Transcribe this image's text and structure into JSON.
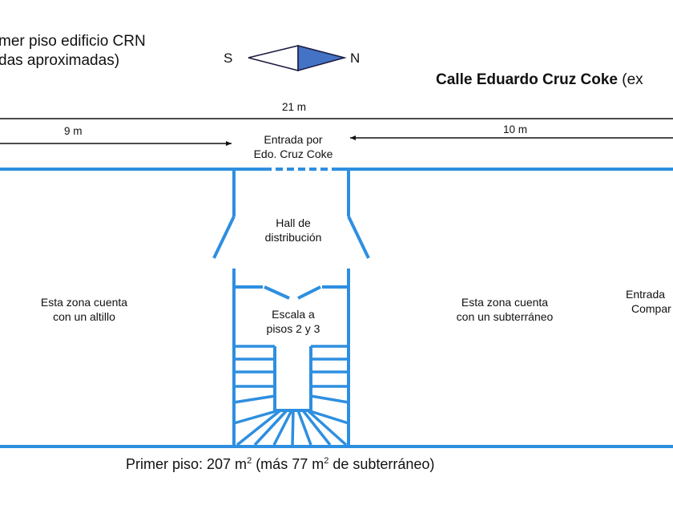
{
  "title": {
    "line1": "mer piso edificio CRN",
    "line2": "das aproximadas)"
  },
  "compass": {
    "south_label": "S",
    "north_label": "N",
    "fill_color": "#4472c4"
  },
  "street": {
    "name": "Calle Eduardo Cruz Coke",
    "suffix": " (ex"
  },
  "dimensions": {
    "total": "21 m",
    "left": "9 m",
    "right": "10 m"
  },
  "labels": {
    "entrance_line1": "Entrada por",
    "entrance_line2": "Edo. Cruz Coke",
    "hall_line1": "Hall de",
    "hall_line2": "distribución",
    "stairs_line1": "Escala a",
    "stairs_line2": "pisos 2 y 3",
    "left_zone_line1": "Esta zona cuenta",
    "left_zone_line2": "con un altillo",
    "right_zone_line1": "Esta zona cuenta",
    "right_zone_line2": "con un subterráneo",
    "right_entrance_line1": "Entrada",
    "right_entrance_line2": "Compar"
  },
  "footer": {
    "prefix": "Primer piso: 207 m",
    "exp1": "2",
    "middle": " (más 77 m",
    "exp2": "2",
    "suffix": " de subterráneo)"
  },
  "colors": {
    "wall": "#2e8fe0",
    "dimension_line": "#111111"
  }
}
